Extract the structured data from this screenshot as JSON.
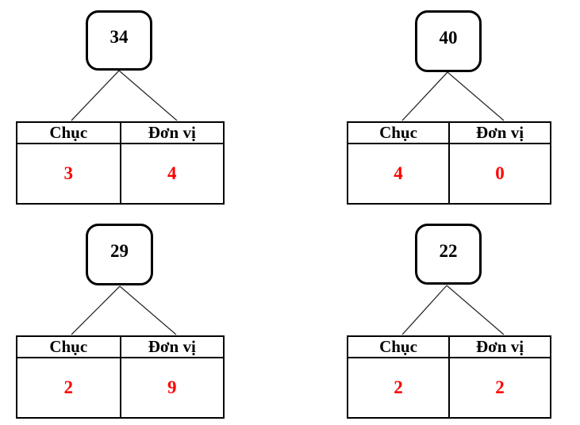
{
  "headers": {
    "tens": "Chục",
    "units": "Đơn vị"
  },
  "colors": {
    "background": "#ffffff",
    "border": "#000000",
    "value_text": "#ff0000",
    "connector": "#2b2b2b"
  },
  "groups": [
    {
      "number": "34",
      "tens": "3",
      "units": "4"
    },
    {
      "number": "40",
      "tens": "4",
      "units": "0"
    },
    {
      "number": "29",
      "tens": "2",
      "units": "9"
    },
    {
      "number": "22",
      "tens": "2",
      "units": "2"
    }
  ]
}
